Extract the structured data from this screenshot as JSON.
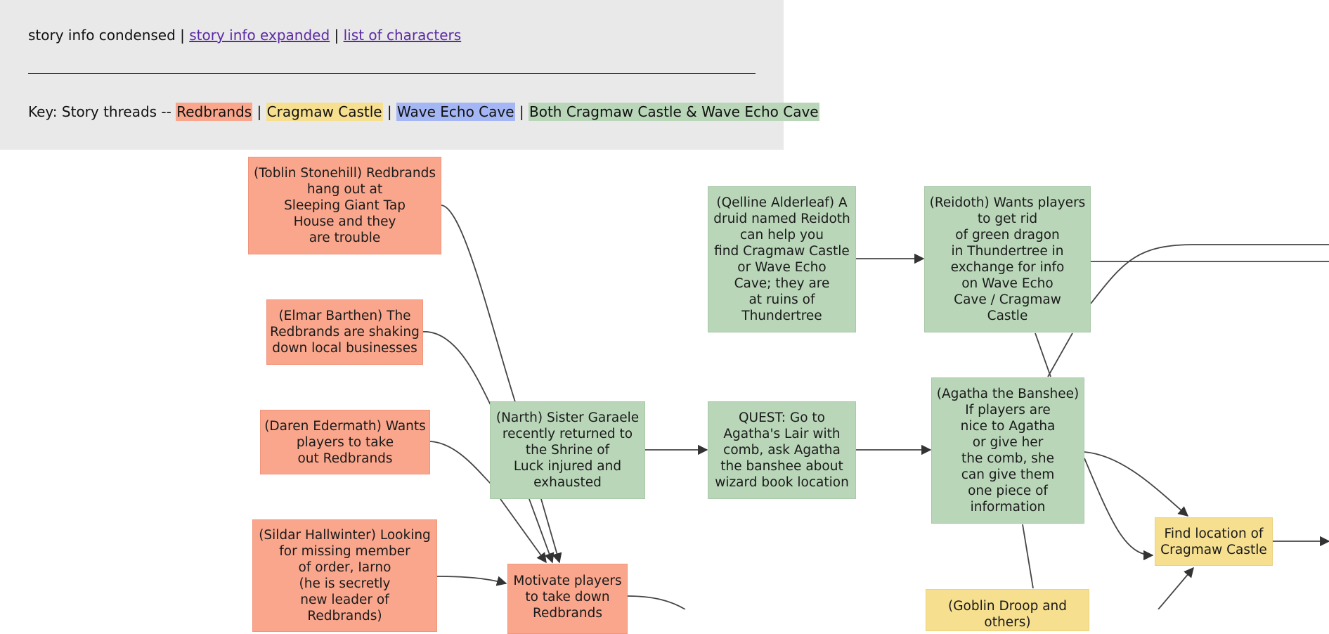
{
  "nav": {
    "current": "story info condensed",
    "sep1": " | ",
    "link_expanded": "story info expanded",
    "sep2": " | ",
    "link_characters": "list of characters"
  },
  "key": {
    "prefix": "Key: Story threads -- ",
    "redbrands": "Redbrands",
    "cragmaw": "Cragmaw Castle",
    "wave_echo": "Wave Echo Cave",
    "both": "Both Cragmaw Castle & Wave Echo Cave",
    "sep": " | "
  },
  "colors": {
    "redbrands": "#f9a68c",
    "cragmaw": "#f6df8f",
    "wave_echo": "#a4b6f4",
    "both": "#b9d6b9",
    "header_bg": "#e9e9e9",
    "edge": "#333333"
  },
  "nodes": {
    "toblin": "(Toblin Stonehill) Redbrands\nhang out at\nSleeping Giant Tap\nHouse and they\nare trouble",
    "elmar": "(Elmar Barthen) The\nRedbrands are shaking\ndown local businesses",
    "daren": "(Daren Edermath) Wants\nplayers to take\nout Redbrands",
    "sildar": "(Sildar Hallwinter) Looking\nfor missing member\nof order, Iarno\n(he is secretly\nnew leader of\nRedbrands)",
    "narth": "(Narth) Sister Garaele\nrecently returned to\nthe Shrine of\nLuck injured and\nexhausted",
    "motivate": "Motivate players\nto take down\nRedbrands",
    "qelline": "(Qelline Alderleaf) A\ndruid named Reidoth\ncan help you\nfind Cragmaw Castle\nor Wave Echo\nCave; they are\nat ruins of\nThundertree",
    "quest": "QUEST: Go to\nAgatha's Lair with\ncomb, ask Agatha\nthe banshee about\nwizard book location",
    "reidoth": "(Reidoth) Wants players\nto get rid\nof green dragon\nin Thundertree in\nexchange for info\non Wave Echo\nCave / Cragmaw\nCastle",
    "agatha": "(Agatha the Banshee)\nIf players are\nnice to Agatha\nor give her\nthe comb, she\ncan give them\none piece of\ninformation",
    "goblin": "(Goblin Droop and\nothers)",
    "find_cragmaw": "Find location of\nCragmaw Castle"
  }
}
